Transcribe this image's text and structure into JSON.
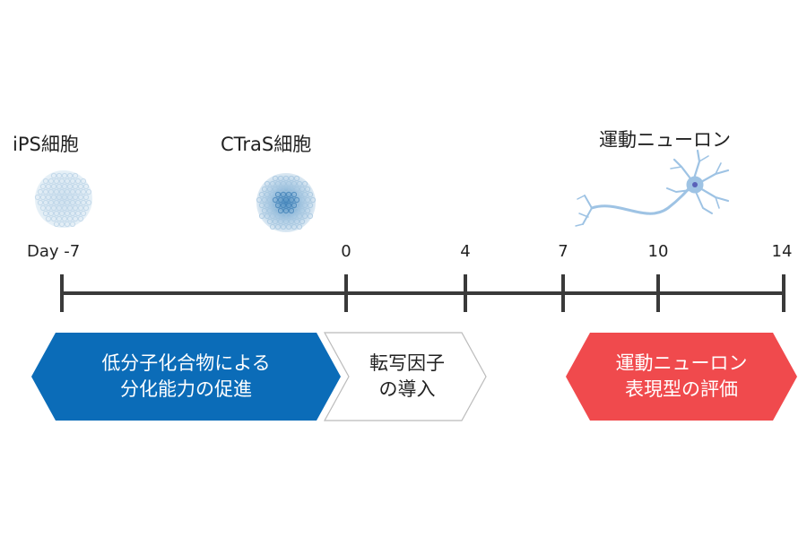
{
  "cells": {
    "ips_label": "iPS細胞",
    "ctras_label": "CTraS細胞",
    "neuron_label": "運動ニューロン"
  },
  "timeline": {
    "day_prefix": "Day",
    "ticks": [
      {
        "day": -7,
        "label": "-7"
      },
      {
        "day": 0,
        "label": "0"
      },
      {
        "day": 4,
        "label": "4"
      },
      {
        "day": 7,
        "label": "7"
      },
      {
        "day": 10,
        "label": "10"
      },
      {
        "day": 14,
        "label": "14"
      }
    ]
  },
  "phases": [
    {
      "id": "small-molecule",
      "line1": "低分子化合物による",
      "line2": "分化能力の促進",
      "color": "#0b6cb8",
      "text_color": "#ffffff"
    },
    {
      "id": "transcription-factor",
      "line1": "転写因子",
      "line2": "の導入",
      "color": "#ffffff",
      "text_color": "#222222"
    },
    {
      "id": "evaluation",
      "line1": "運動ニューロン",
      "line2": "表現型の評価",
      "color": "#f04a4d",
      "text_color": "#ffffff"
    }
  ],
  "colors": {
    "axis": "#3a3a3a",
    "cell_light": "#bcd6ea",
    "cell_dark": "#5f9ac8",
    "neuron": "#9ec3e4"
  }
}
